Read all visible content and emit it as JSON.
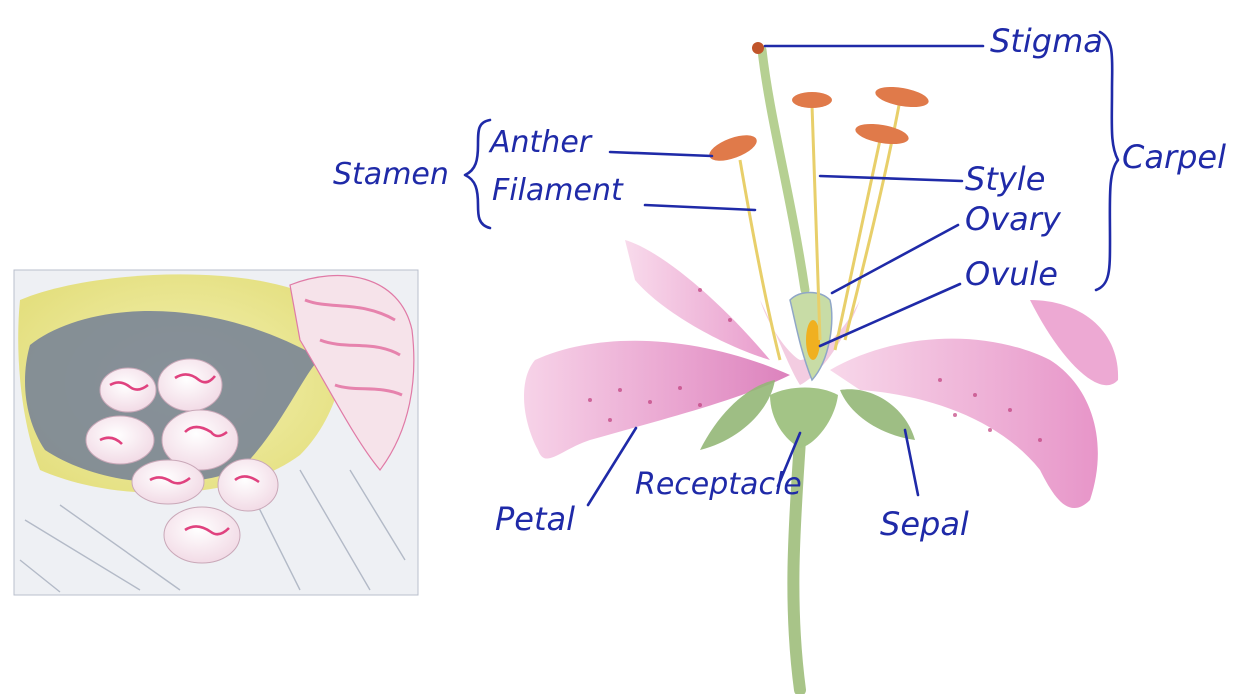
{
  "labels": {
    "stigma": "Stigma",
    "carpel": "Carpel",
    "stamen": "Stamen",
    "anther": "Anther",
    "filament": "Filament",
    "style": "Style",
    "ovary": "Ovary",
    "ovule": "Ovule",
    "petal": "Petal",
    "receptacle": "Receptacle",
    "sepal": "Sepal"
  },
  "colors": {
    "ink": "#1f2aa8",
    "petal": "#e9a3cf",
    "petal_dark": "#d46fb0",
    "sepal": "#9fbf7e",
    "stem": "#a8c488",
    "anther": "#e07a4a",
    "filament": "#e8cf6a",
    "ovule": "#f0b020"
  }
}
